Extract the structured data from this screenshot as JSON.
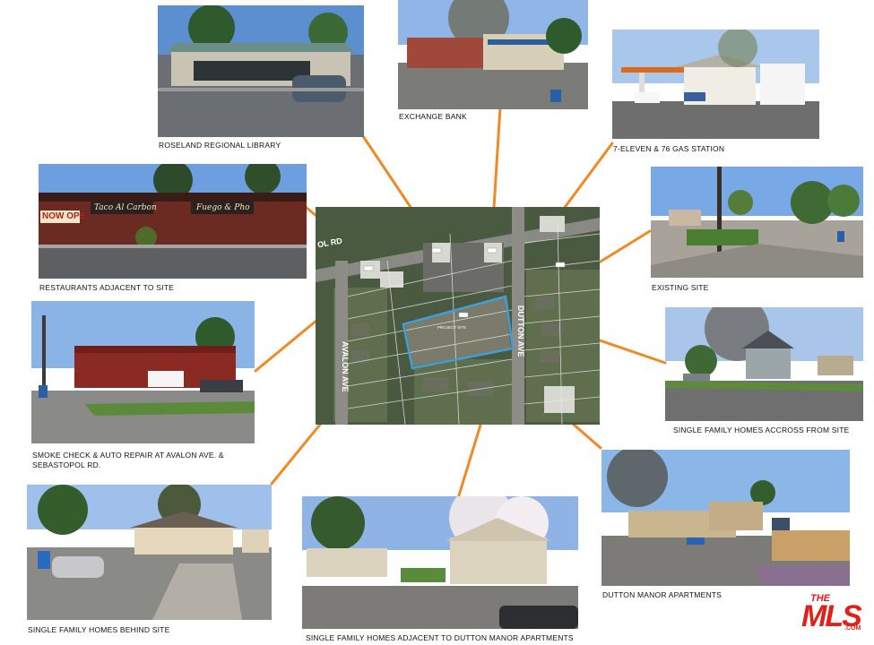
{
  "captions": {
    "library": "ROSELAND REGIONAL LIBRARY",
    "bank": "EXCHANGE BANK",
    "gas": "7-ELEVEN & 76 GAS STATION",
    "restaurants": "RESTAURANTS ADJACENT TO SITE",
    "existing": "EXISTING SITE",
    "smoke": "SMOKE CHECK & AUTO REPAIR  AT AVALON AVE. &\nSEBASTOPOL RD.",
    "across": "SINGLE FAMILY HOMES ACCROSS FROM SITE",
    "behind": "SINGLE FAMILY HOMES BEHIND SITE",
    "adjacent": "SINGLE FAMILY HOMES ADJACENT TO DUTTON MANOR APARTMENTS",
    "dutton": "DUTTON MANOR APARTMENTS"
  },
  "map": {
    "road_top": "OL RD",
    "road_left": "AVALON AVE",
    "road_right": "DUTTON AVE",
    "project_site": "PROJECT SITE"
  },
  "signage": {
    "restaurant_banner": "NOW OPE",
    "restaurant_sign_1": "Taco Al Carbon",
    "restaurant_sign_2": "Fuego & Pho"
  },
  "logo": {
    "top": "THE",
    "main": "MLS",
    "suffix": ".COM"
  },
  "colors": {
    "leader": "#f08a24",
    "site_outline": "#3fa0d8",
    "logo_red": "#e0211b"
  }
}
